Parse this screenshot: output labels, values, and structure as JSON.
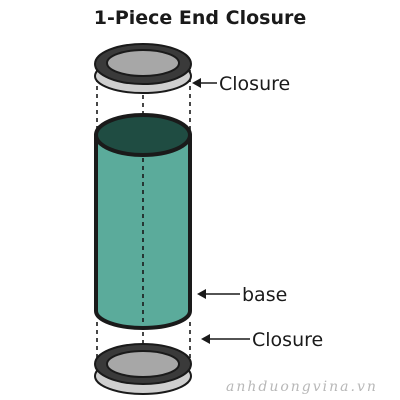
{
  "diagram": {
    "title": "1-Piece End Closure",
    "labels": {
      "top_closure": "Closure",
      "base": "base",
      "bottom_closure": "Closure"
    },
    "watermark": "anhduongvina.vn"
  },
  "colors": {
    "tube_body": "#5bab9b",
    "tube_top_opening": "#1f4c42",
    "closure_rim": "#3a3a3a",
    "closure_face": "#a7a7a7",
    "outline": "#1a1a1a"
  }
}
